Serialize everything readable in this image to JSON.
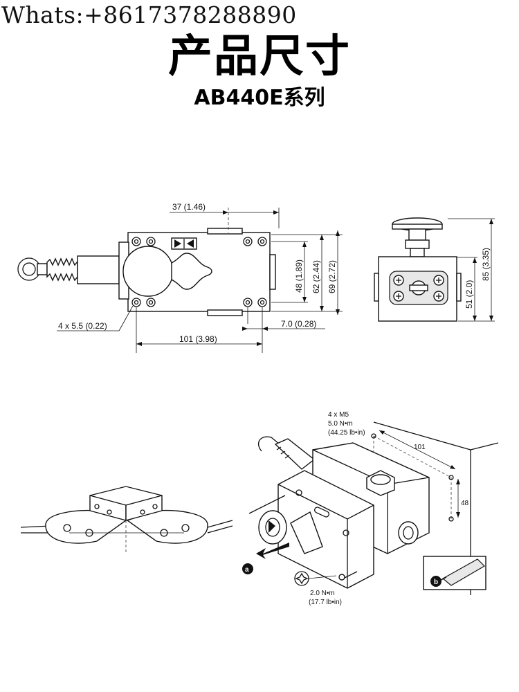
{
  "header": {
    "contact": "Whats:+8617378288890",
    "title": "产品尺寸",
    "subtitle": "AB440E系列"
  },
  "top_view": {
    "dim_width_top": "37 (1.46)",
    "dim_h1": "48 (1.89)",
    "dim_h2": "62 (2.44)",
    "dim_h3": "69 (2.72)",
    "dim_holes": "4 x 5.5 (0.22)",
    "dim_offset": "7.0 (0.28)",
    "dim_length": "101 (3.98)"
  },
  "side_view": {
    "dim_h_body": "51 (2.0)",
    "dim_h_total": "85 (3.35)"
  },
  "install_view": {
    "screw_spec": "4 x M5",
    "torque1": "5.0 N•m",
    "torque1_imp": "(44.25 lb•in)",
    "dim_101": "101",
    "dim_48": "48",
    "torque2": "2.0 N•m",
    "torque2_imp": "(17.7 lb•in)",
    "label_a": "a",
    "label_b": "b"
  }
}
